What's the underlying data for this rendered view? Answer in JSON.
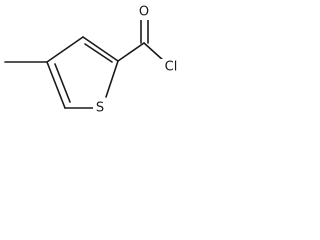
{
  "atoms": {
    "sulfur": "S",
    "oxygen": "O",
    "chlorine": "Cl"
  }
}
